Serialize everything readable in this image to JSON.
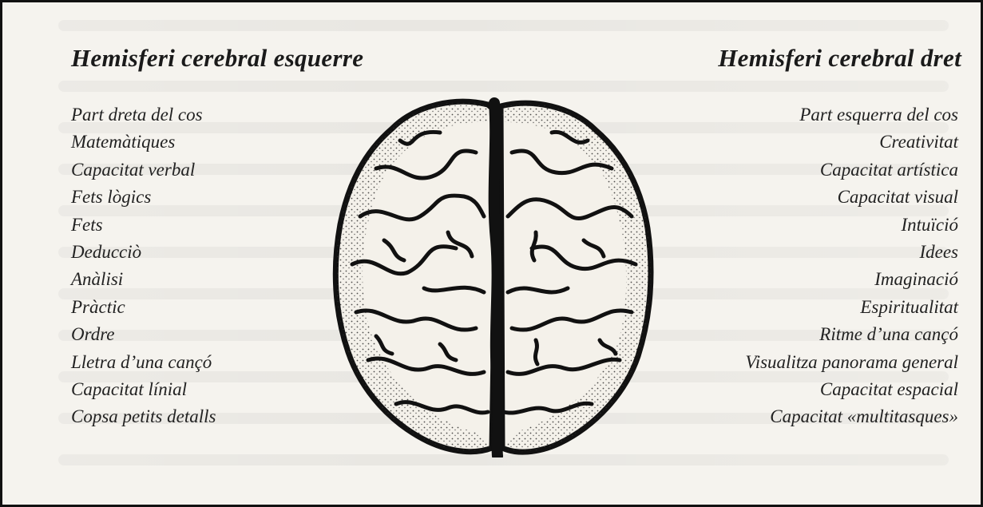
{
  "left_hemisphere": {
    "title": "Hemisferi cerebral esquerre",
    "items": [
      "Part dreta del cos",
      "Matemàtiques",
      "Capacitat verbal",
      "Fets lògics",
      "Fets",
      "Deducciò",
      "Anàlisi",
      "Pràctic",
      "Ordre",
      "Lletra d’una cançó",
      "Capacitat línial",
      "Copsa petits detalls"
    ]
  },
  "right_hemisphere": {
    "title": "Hemisferi cerebral dret",
    "items": [
      "Part esquerra del cos",
      "Creativitat",
      "Capacitat artística",
      "Capacitat visual",
      "Intuïció",
      "Idees",
      "Imaginació",
      "Espiritualitat",
      "Ritme d’una cançó",
      "Visualitza panorama general",
      "Capacitat espacial",
      "Capacitat «multitasques»"
    ]
  },
  "illustration": {
    "icon": "brain-icon",
    "colors": {
      "ink": "#111111",
      "paper": "#f5f3ee"
    }
  }
}
